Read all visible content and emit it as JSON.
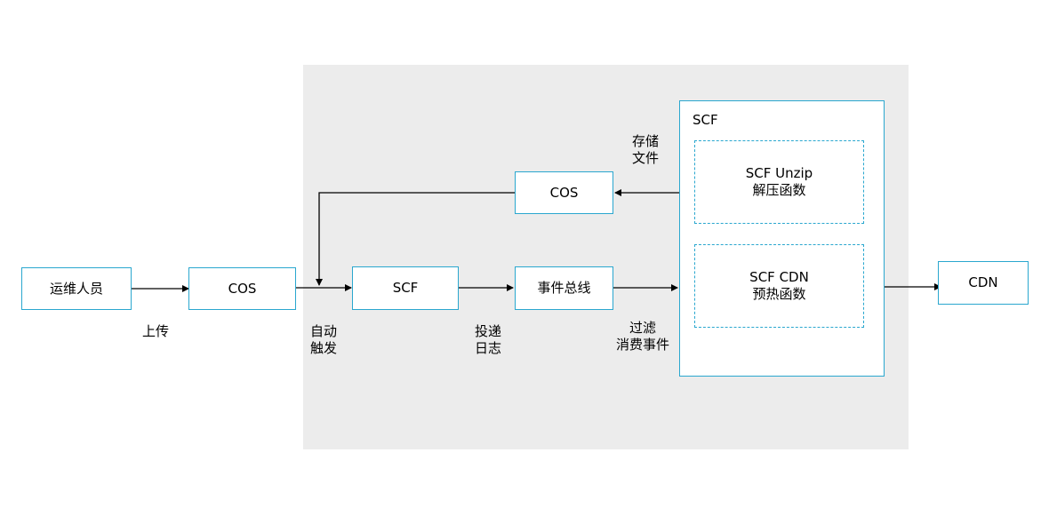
{
  "nodes": {
    "ops": "运维人员",
    "cos_upload": "COS",
    "scf_trigger": "SCF",
    "eventbus": "事件总线",
    "cos_store": "COS",
    "cdn": "CDN"
  },
  "scf_group": {
    "title": "SCF",
    "unzip": {
      "line1": "SCF Unzip",
      "line2": "解压函数"
    },
    "cdn_warm": {
      "line1": "SCF CDN",
      "line2": "预热函数"
    }
  },
  "edge_labels": {
    "upload": "上传",
    "auto_trigger": [
      "自动",
      "触发"
    ],
    "deliver_log": [
      "投递",
      "日志"
    ],
    "filter_events": [
      "过滤",
      "消费事件"
    ],
    "store_files": [
      "存储",
      "文件"
    ]
  },
  "colors": {
    "node_border": "#2aa7cf",
    "panel_bg": "#ececec",
    "edge": "#000000"
  }
}
